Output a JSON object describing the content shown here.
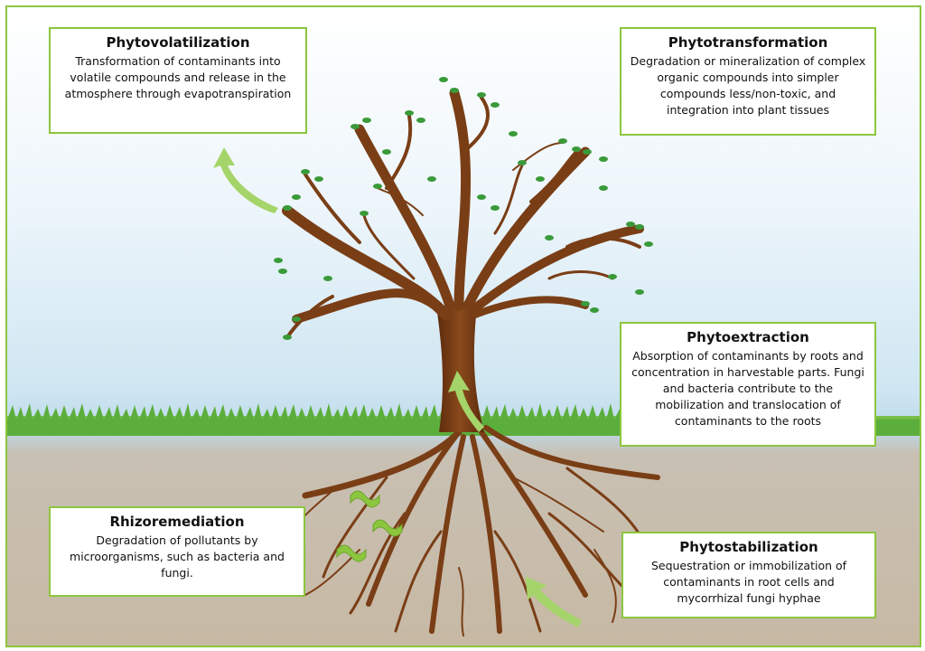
{
  "boxes": {
    "phytovolatilization": {
      "title": "Phytovolatilization",
      "text": "Transformation of contaminants into volatile compounds and release in the atmosphere through evapotranspiration"
    },
    "phytotransformation": {
      "title": "Phytotransformation",
      "text": "Degradation or mineralization of complex organic compounds into simpler compounds less/non-toxic, and integration into plant tissues"
    },
    "phytoextraction": {
      "title": "Phytoextraction",
      "text": "Absorption of contaminants by roots and concentration in harvestable parts. Fungi and bacteria contribute to the mobilization and translocation of contaminants to the roots"
    },
    "rhizoremediation": {
      "title": "Rhizoremediation",
      "text": "Degradation of pollutants by microorganisms, such as bacteria and fungi."
    },
    "phytostabilization": {
      "title": "Phytostabilization",
      "text": "Sequestration or immobilization of contaminants in root cells and mycorrhizal fungi hyphae"
    }
  },
  "colors": {
    "accent": "#8cc63f",
    "trunk": "#7a3e16",
    "leaf": "#3a9a3a",
    "grass": "#4fa83a",
    "soil": "#c7b9a4"
  },
  "icons": [
    "tree",
    "leaf",
    "grass",
    "roots",
    "arrow",
    "bacteria"
  ]
}
